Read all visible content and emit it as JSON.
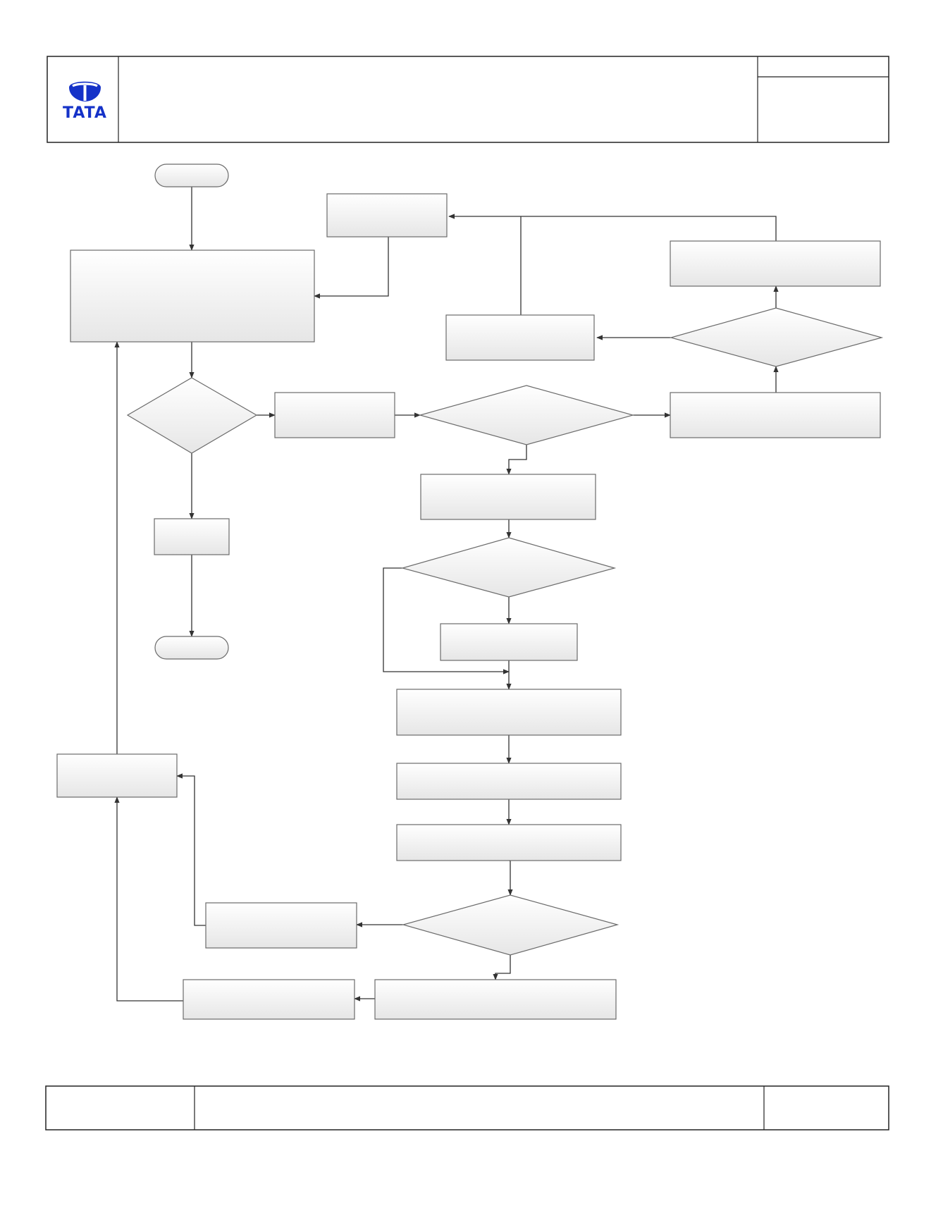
{
  "header": {
    "logo": {
      "wordmark": "TATA",
      "color": "#1532c8",
      "icon": "tata-logo-icon"
    },
    "title": "",
    "doc_ref": "",
    "doc_info": ""
  },
  "footer": {
    "left": "",
    "center": "",
    "right": ""
  },
  "flowchart": {
    "style": {
      "shape_fill_top": "#ffffff",
      "shape_fill_bottom": "#e6e6e6",
      "stroke": "#6b6b6b",
      "connector": "#333333"
    },
    "nodes": [
      {
        "id": "start",
        "shape": "terminator",
        "label": ""
      },
      {
        "id": "process-main",
        "shape": "process",
        "label": ""
      },
      {
        "id": "decision-1",
        "shape": "decision",
        "label": ""
      },
      {
        "id": "process-exit",
        "shape": "process",
        "label": ""
      },
      {
        "id": "end",
        "shape": "terminator",
        "label": ""
      },
      {
        "id": "process-a",
        "shape": "process",
        "label": ""
      },
      {
        "id": "decision-2",
        "shape": "decision",
        "label": ""
      },
      {
        "id": "process-b",
        "shape": "process",
        "label": ""
      },
      {
        "id": "decision-3",
        "shape": "decision",
        "label": ""
      },
      {
        "id": "process-c",
        "shape": "process",
        "label": ""
      },
      {
        "id": "process-d",
        "shape": "process",
        "label": ""
      },
      {
        "id": "process-top",
        "shape": "process",
        "label": ""
      },
      {
        "id": "process-e",
        "shape": "process",
        "label": ""
      },
      {
        "id": "decision-4",
        "shape": "decision",
        "label": ""
      },
      {
        "id": "process-f",
        "shape": "process",
        "label": ""
      },
      {
        "id": "process-g",
        "shape": "process",
        "label": ""
      },
      {
        "id": "process-h",
        "shape": "process",
        "label": ""
      },
      {
        "id": "process-i",
        "shape": "process",
        "label": ""
      },
      {
        "id": "decision-5",
        "shape": "decision",
        "label": ""
      },
      {
        "id": "process-j",
        "shape": "process",
        "label": ""
      },
      {
        "id": "process-k",
        "shape": "process",
        "label": ""
      },
      {
        "id": "process-l",
        "shape": "process",
        "label": ""
      },
      {
        "id": "process-loop",
        "shape": "process",
        "label": ""
      }
    ],
    "edges": [
      {
        "from": "start",
        "to": "process-main"
      },
      {
        "from": "process-top",
        "to": "process-main"
      },
      {
        "from": "process-main",
        "to": "decision-1"
      },
      {
        "from": "decision-1",
        "to": "process-a"
      },
      {
        "from": "decision-1",
        "to": "process-exit"
      },
      {
        "from": "process-exit",
        "to": "end"
      },
      {
        "from": "process-a",
        "to": "decision-2"
      },
      {
        "from": "decision-2",
        "to": "process-b"
      },
      {
        "from": "decision-2",
        "to": "process-e"
      },
      {
        "from": "process-b",
        "to": "decision-4"
      },
      {
        "from": "decision-4",
        "to": "process-c"
      },
      {
        "from": "decision-4",
        "to": "process-d"
      },
      {
        "from": "process-d",
        "to": "process-top"
      },
      {
        "from": "process-c",
        "to": "process-top"
      },
      {
        "from": "process-e",
        "to": "decision-3"
      },
      {
        "from": "decision-3",
        "to": "process-f"
      },
      {
        "from": "decision-3",
        "to": "process-g"
      },
      {
        "from": "process-f",
        "to": "process-g"
      },
      {
        "from": "process-g",
        "to": "process-h"
      },
      {
        "from": "process-h",
        "to": "process-i"
      },
      {
        "from": "process-i",
        "to": "decision-5"
      },
      {
        "from": "decision-5",
        "to": "process-j"
      },
      {
        "from": "decision-5",
        "to": "process-k"
      },
      {
        "from": "process-k",
        "to": "process-l"
      },
      {
        "from": "process-j",
        "to": "process-loop"
      },
      {
        "from": "process-l",
        "to": "process-loop"
      },
      {
        "from": "process-loop",
        "to": "process-main"
      }
    ]
  }
}
